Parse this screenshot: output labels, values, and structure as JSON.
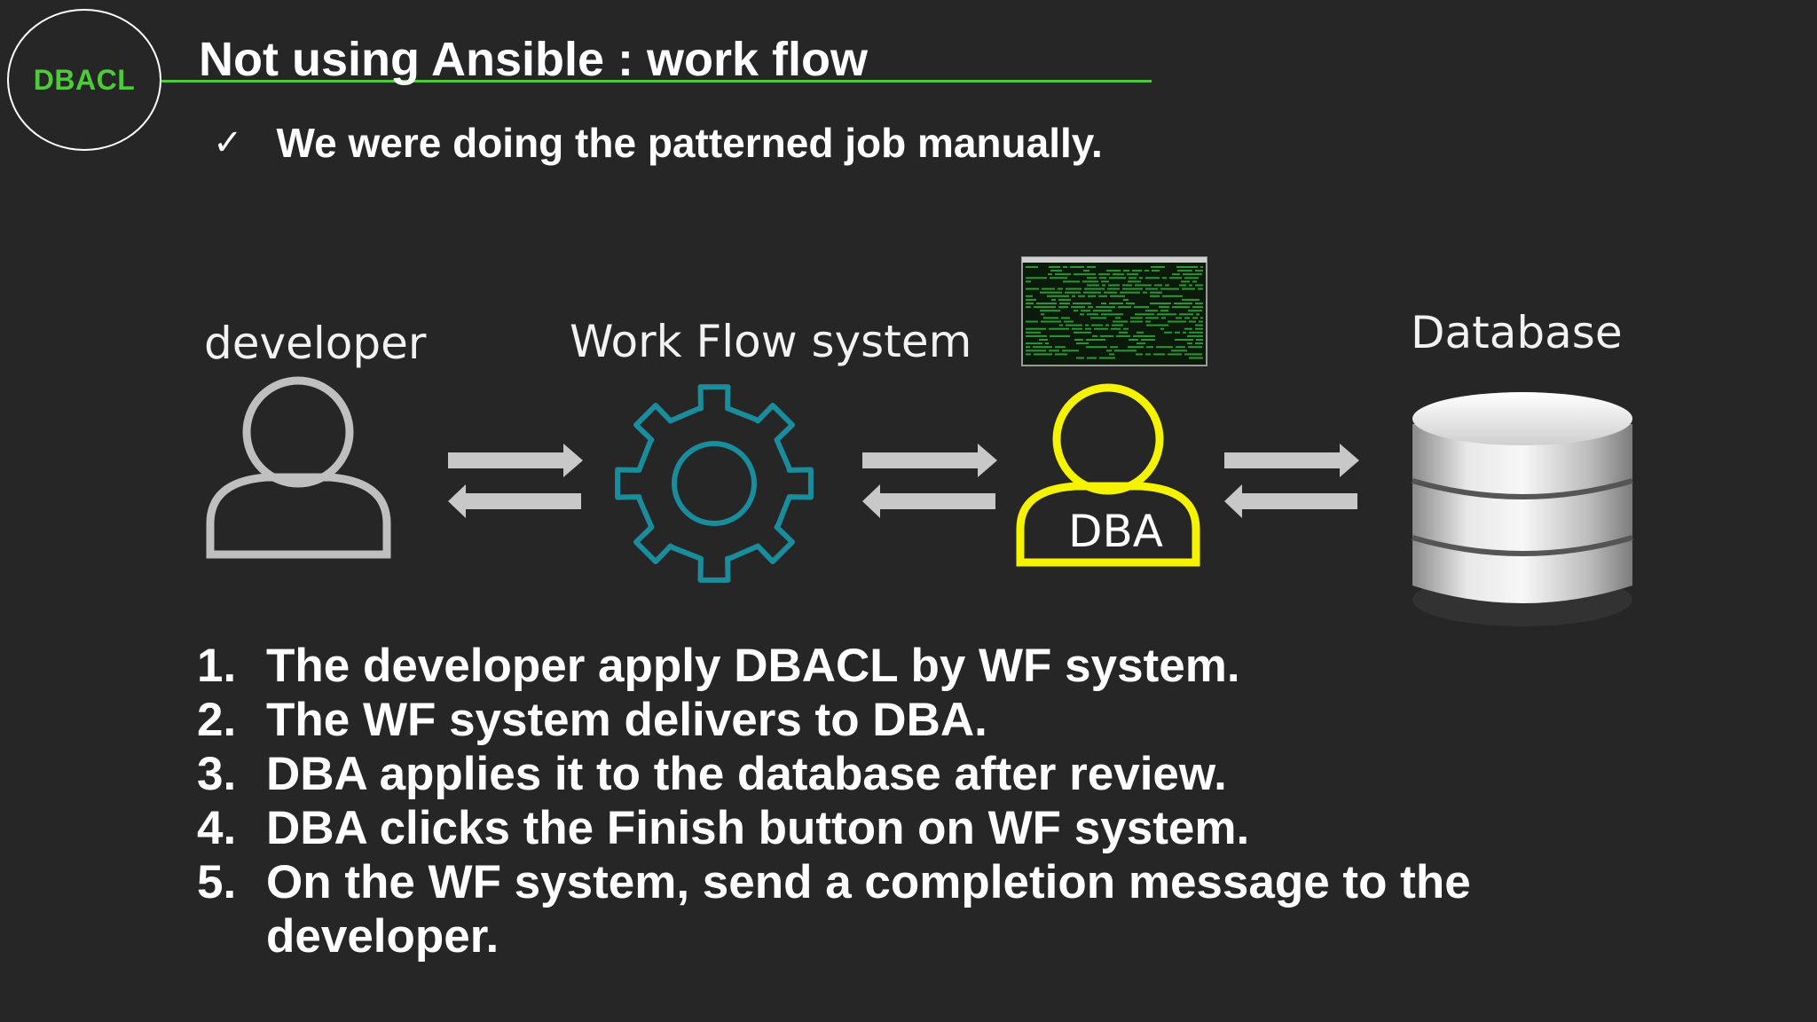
{
  "badge": {
    "text": "DBACL"
  },
  "slide": {
    "title": "Not using Ansible : work flow",
    "subtitle_check": "✓",
    "subtitle": "We were doing the patterned job manually."
  },
  "diagram": {
    "developer_label": "developer",
    "workflow_label": "Work Flow system",
    "dba_label": "DBA",
    "database_label": "Database",
    "icons": [
      "person-icon",
      "gear-icon",
      "dba-person-icon",
      "terminal-screenshot",
      "database-icon",
      "double-arrow-icon"
    ],
    "colors": {
      "person": "#bfbfbf",
      "gear": "#1a8d9c",
      "dba": "#f5f300",
      "accent": "#4ecb3a",
      "arrow": "#c8c8c8"
    }
  },
  "steps": [
    {
      "num": "1.",
      "text": "The developer apply DBACL by WF system."
    },
    {
      "num": "2.",
      "text": "The WF system delivers to DBA."
    },
    {
      "num": "3.",
      "text": "DBA applies it to the database after review."
    },
    {
      "num": "4.",
      "text": "DBA clicks the Finish button on WF system."
    },
    {
      "num": "5.",
      "text": "On the WF system, send a completion message to the\ndeveloper."
    }
  ]
}
